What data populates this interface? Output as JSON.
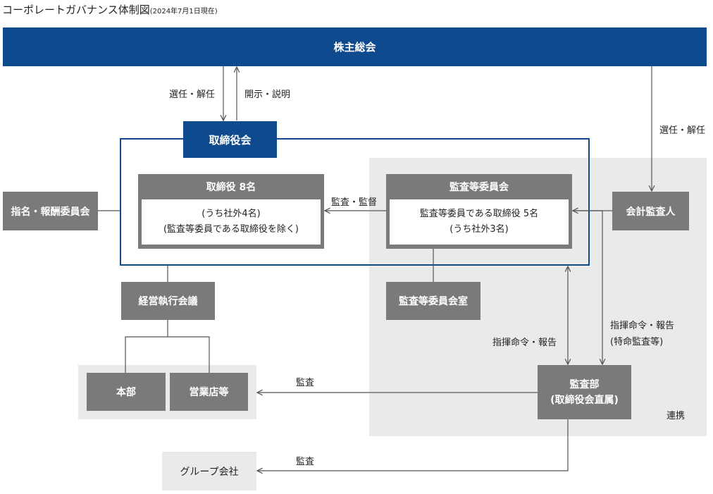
{
  "title": {
    "main": "コーポレートガバナンス体制図",
    "date": "(2024年7月1日現在)"
  },
  "nodes": {
    "shareholders": "株主総会",
    "board": "取締役会",
    "directors": {
      "head": "取締役 8名",
      "line1": "(うち社外4名)",
      "line2": "(監査等委員である取締役を除く)"
    },
    "audit_committee": {
      "head": "監査等委員会",
      "line1": "監査等委員である取締役 5名",
      "line2": "(うち社外3名)"
    },
    "nomination": "指名・報酬委員会",
    "accounting_auditor": "会計監査人",
    "exec_meeting": "経営執行会議",
    "audit_office": "監査等委員会室",
    "hq": "本部",
    "branches": "営業店等",
    "internal_audit": {
      "line1": "監査部",
      "line2": "(取締役会直属)"
    },
    "group": "グループ会社"
  },
  "labels": {
    "elect_dismiss_1": "選任・解任",
    "disclose_explain": "開示・説明",
    "elect_dismiss_2": "選任・解任",
    "audit_supervise": "監査・監督",
    "command_report": "指揮命令・報告",
    "command_report_special_1": "指揮命令・報告",
    "command_report_special_2": "(特命監査等)",
    "audit_1": "監査",
    "audit_2": "監査",
    "cooperation": "連携"
  },
  "colors": {
    "navy": "#0f4a8e",
    "gray": "#7a7a7a",
    "light": "#e9ebea"
  }
}
